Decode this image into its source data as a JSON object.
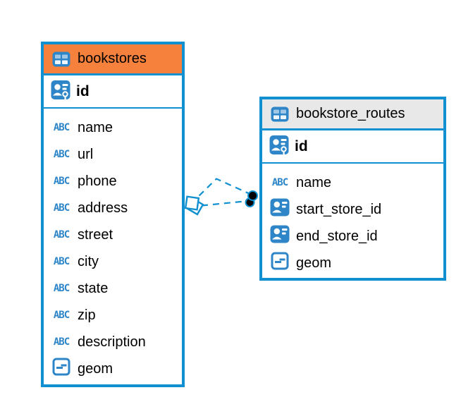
{
  "colors": {
    "accent_blue": "#1090D0",
    "soft_blue": "#2E86C8",
    "bookstores_header": "#F6813C",
    "routes_header": "#E8E8E8",
    "row_text": "#000000",
    "canvas_bg": "#FFFFFF",
    "relationship_dot": "#000000"
  },
  "icons": {
    "text_glyph": "ABC"
  },
  "tables": [
    {
      "title": "bookstores",
      "primary_key": {
        "label": "id"
      },
      "columns": [
        {
          "label": "name",
          "type": "text"
        },
        {
          "label": "url",
          "type": "text"
        },
        {
          "label": "phone",
          "type": "text"
        },
        {
          "label": "address",
          "type": "text"
        },
        {
          "label": "street",
          "type": "text"
        },
        {
          "label": "city",
          "type": "text"
        },
        {
          "label": "state",
          "type": "text"
        },
        {
          "label": "zip",
          "type": "text"
        },
        {
          "label": "description",
          "type": "text"
        },
        {
          "label": "geom",
          "type": "geometry"
        }
      ]
    },
    {
      "title": "bookstore_routes",
      "primary_key": {
        "label": "id"
      },
      "columns": [
        {
          "label": "name",
          "type": "text"
        },
        {
          "label": "start_store_id",
          "type": "foreign-key"
        },
        {
          "label": "end_store_id",
          "type": "foreign-key"
        },
        {
          "label": "geom",
          "type": "geometry"
        }
      ]
    }
  ],
  "relationships": [
    {
      "from": "bookstores",
      "to": "bookstore_routes",
      "via": "start_store_id",
      "style": "dashed"
    },
    {
      "from": "bookstores",
      "to": "bookstore_routes",
      "via": "end_store_id",
      "style": "dashed"
    }
  ]
}
